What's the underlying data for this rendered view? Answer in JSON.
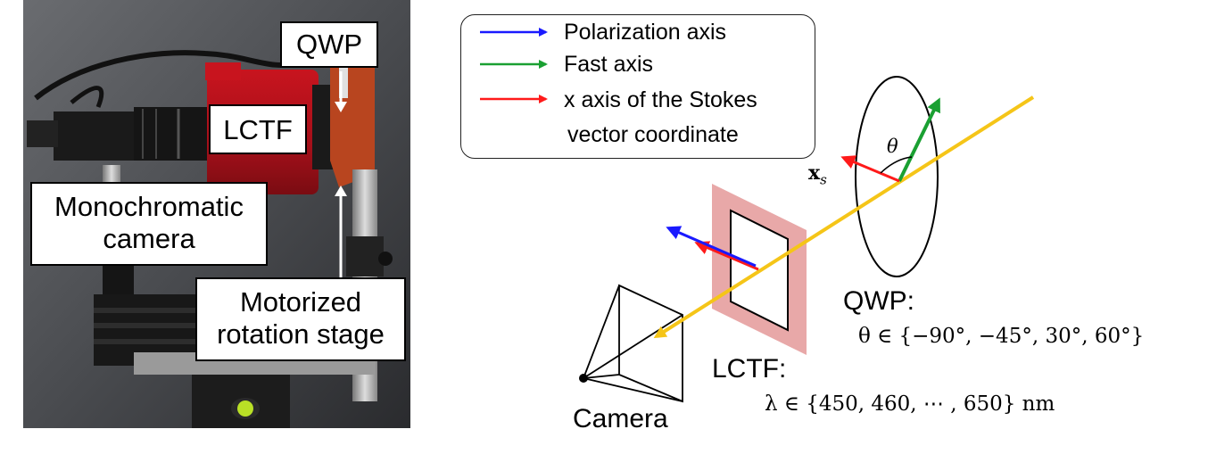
{
  "photo_labels": {
    "qwp": "QWP",
    "lctf": "LCTF",
    "camera_line1": "Monochromatic",
    "camera_line2": "camera",
    "stage_line1": "Motorized",
    "stage_line2": "rotation stage"
  },
  "legend": {
    "items": [
      {
        "label": "Polarization axis",
        "color": "#1a1aff"
      },
      {
        "label": "Fast axis",
        "color": "#1aa032"
      },
      {
        "label": "x axis of the Stokes",
        "color": "#ff1a1a"
      }
    ],
    "item3_line2": "vector coordinate"
  },
  "diagram": {
    "theta_symbol": "θ",
    "xs_label": "x",
    "xs_subscript": "s",
    "qwp_label": "QWP:",
    "qwp_values": "θ ∈ {−90°, −45°, 30°, 60°}",
    "lctf_label": "LCTF:",
    "lctf_values": "λ ∈ {450, 460, ⋯ , 650} nm",
    "camera_label": "Camera",
    "beam_color": "#f5c518",
    "filter_color": "#e8a8a8"
  }
}
